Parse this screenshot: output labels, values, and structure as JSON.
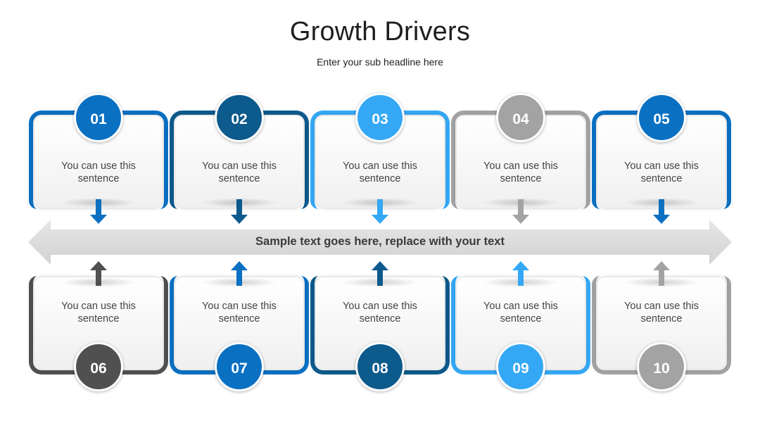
{
  "title": "Growth Drivers",
  "subtitle": "Enter your sub headline here",
  "band_text": "Sample text goes here, replace with your text",
  "colors": {
    "blue": "#0a70c2",
    "dark_blue": "#0d5a8c",
    "light_blue": "#35a8f5",
    "gray": "#a3a3a3",
    "dark_gray": "#505050",
    "band": "#dcdcdc"
  },
  "top_items": [
    {
      "number": "01",
      "text_line1": "You can use this",
      "text_line2": "sentence",
      "color": "#0a70c2"
    },
    {
      "number": "02",
      "text_line1": "You can use this",
      "text_line2": "sentence",
      "color": "#0d5a8c"
    },
    {
      "number": "03",
      "text_line1": "You can use this",
      "text_line2": "sentence",
      "color": "#35a8f5"
    },
    {
      "number": "04",
      "text_line1": "You can use this",
      "text_line2": "sentence",
      "color": "#a3a3a3"
    },
    {
      "number": "05",
      "text_line1": "You can use this",
      "text_line2": "sentence",
      "color": "#0a70c2"
    }
  ],
  "bottom_items": [
    {
      "number": "06",
      "text_line1": "You can use this",
      "text_line2": "sentence",
      "color": "#505050"
    },
    {
      "number": "07",
      "text_line1": "You can use this",
      "text_line2": "sentence",
      "color": "#0a70c2"
    },
    {
      "number": "08",
      "text_line1": "You can use this",
      "text_line2": "sentence",
      "color": "#0d5a8c"
    },
    {
      "number": "09",
      "text_line1": "You can use this",
      "text_line2": "sentence",
      "color": "#35a8f5"
    },
    {
      "number": "10",
      "text_line1": "You can use this",
      "text_line2": "sentence",
      "color": "#a3a3a3"
    }
  ]
}
